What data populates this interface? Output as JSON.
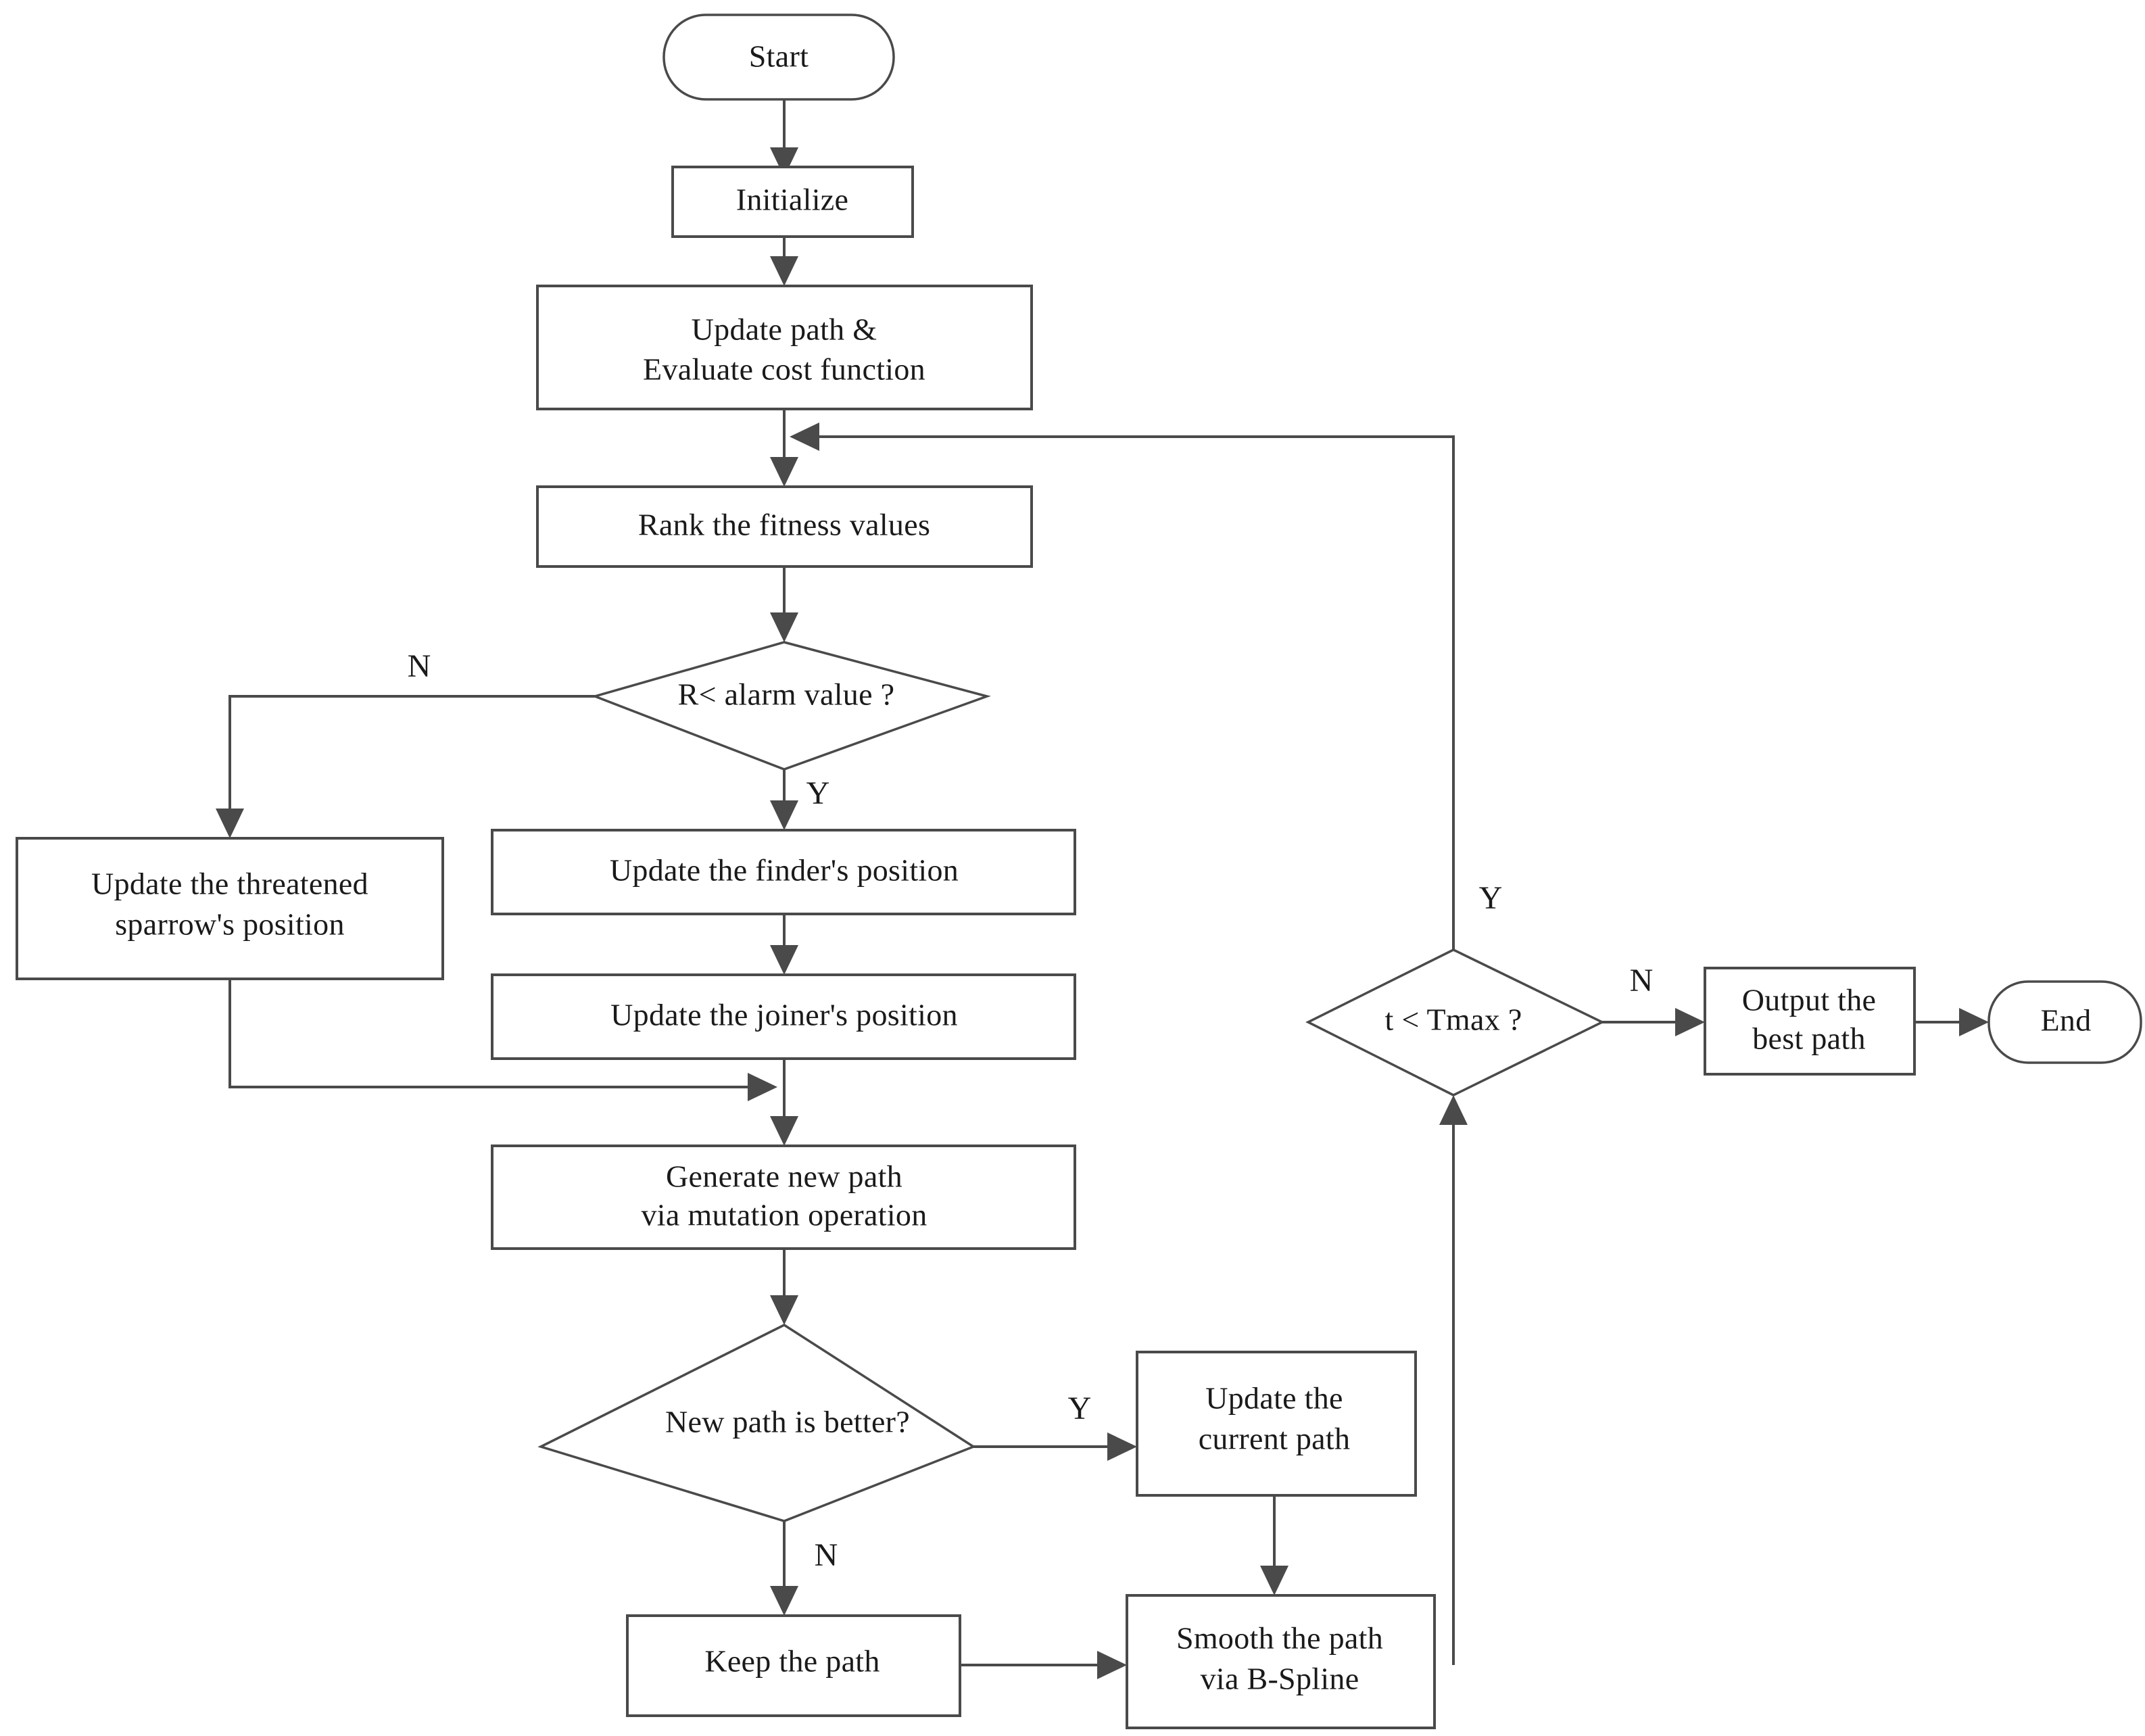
{
  "diagram": {
    "type": "flowchart",
    "title": "",
    "orientation": "top-to-bottom",
    "colors": {
      "stroke": "#4a4a4a",
      "fill": "#ffffff",
      "text": "#1a1a1a",
      "background": "#ffffff"
    }
  },
  "nodes": {
    "start": {
      "label": "Start",
      "shape": "terminator"
    },
    "initialize": {
      "label": "Initialize",
      "shape": "process"
    },
    "update_eval": {
      "line1": "Update path &",
      "line2": "Evaluate cost function",
      "shape": "process"
    },
    "rank_fitness": {
      "label": "Rank the fitness values",
      "shape": "process"
    },
    "alarm_decision": {
      "label": "R< alarm value ?",
      "shape": "decision"
    },
    "threatened_sparrow": {
      "line1": "Update the threatened",
      "line2": "sparrow's position",
      "shape": "process"
    },
    "finder_position": {
      "label": "Update the finder's position",
      "shape": "process"
    },
    "joiner_position": {
      "label": "Update the joiner's position",
      "shape": "process"
    },
    "generate_new_path": {
      "line1": "Generate new path",
      "line2": "via mutation operation",
      "shape": "process"
    },
    "better_decision": {
      "label": "New path is better?",
      "shape": "decision"
    },
    "update_current_path": {
      "line1": "Update the",
      "line2": "current path",
      "shape": "process"
    },
    "keep_path": {
      "label": "Keep the path",
      "shape": "process"
    },
    "smooth_path": {
      "line1": "Smooth the path",
      "line2": "via B-Spline",
      "shape": "process"
    },
    "tmax_decision": {
      "label": "t < Tmax ?",
      "shape": "decision"
    },
    "output_best": {
      "line1": "Output the",
      "line2": "best path",
      "shape": "process"
    },
    "end": {
      "label": "End",
      "shape": "terminator"
    }
  },
  "edge_labels": {
    "alarm_no": "N",
    "alarm_yes": "Y",
    "better_yes": "Y",
    "better_no": "N",
    "tmax_yes": "Y",
    "tmax_no": "N"
  }
}
